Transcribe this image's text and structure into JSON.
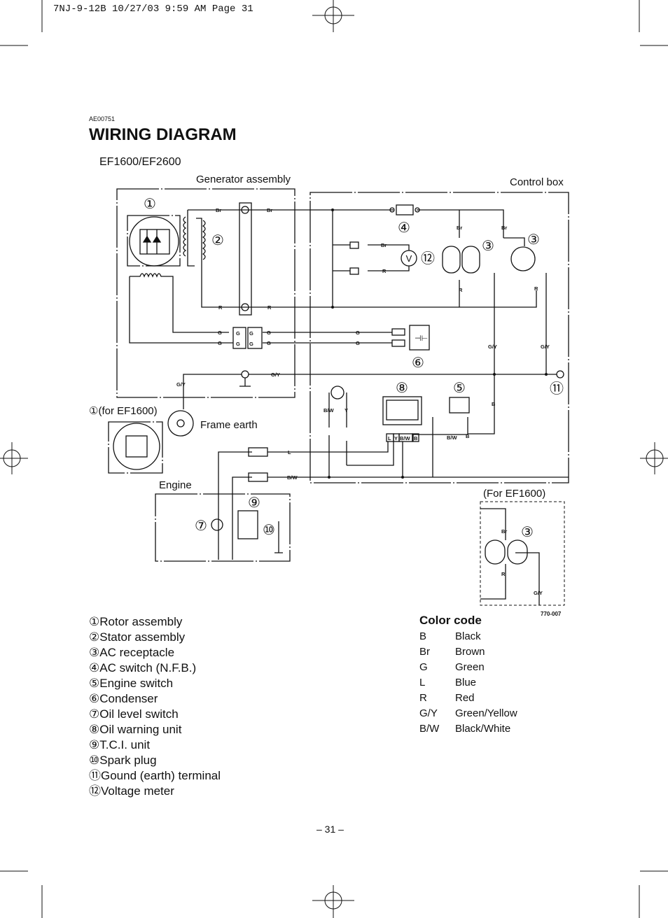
{
  "header": "7NJ-9-12B  10/27/03  9:59 AM  Page 31",
  "doc_code": "AE00751",
  "title": "WIRING DIAGRAM",
  "model": "EF1600/EF2600",
  "diagram": {
    "generator_assembly": "Generator assembly",
    "control_box": "Control box",
    "frame_earth": "Frame earth",
    "engine": "Engine",
    "for_ef1600_rotor": "①(for EF1600)",
    "for_ef1600": "(For EF1600)",
    "voltmeter": "V",
    "ref_number": "770-007",
    "markers": {
      "n1": "①",
      "n2": "②",
      "n3": "③",
      "n4": "④",
      "n5": "⑤",
      "n6": "⑥",
      "n7": "⑦",
      "n8": "⑧",
      "n9": "⑨",
      "n10": "⑩",
      "n11": "⑪",
      "n12": "⑫"
    },
    "wires": {
      "br": "Br",
      "r": "R",
      "g": "G",
      "gy": "G/Y",
      "bw": "B/W",
      "y": "Y",
      "b": "B",
      "l": "L"
    },
    "oil_unit_pins": [
      "L",
      "Y",
      "B/W",
      "B"
    ]
  },
  "legend": [
    {
      "num": "①",
      "label": "Rotor assembly"
    },
    {
      "num": "②",
      "label": "Stator assembly"
    },
    {
      "num": "③",
      "label": "AC receptacle"
    },
    {
      "num": "④",
      "label": "AC switch (N.F.B.)"
    },
    {
      "num": "⑤",
      "label": "Engine switch"
    },
    {
      "num": "⑥",
      "label": "Condenser"
    },
    {
      "num": "⑦",
      "label": "Oil level switch"
    },
    {
      "num": "⑧",
      "label": "Oil warning unit"
    },
    {
      "num": "⑨",
      "label": "T.C.I. unit"
    },
    {
      "num": "⑩",
      "label": "Spark plug"
    },
    {
      "num": "⑪",
      "label": "Gound (earth) terminal"
    },
    {
      "num": "⑫",
      "label": "Voltage meter"
    }
  ],
  "color_code": {
    "title": "Color code",
    "rows": [
      {
        "code": "B",
        "name": "Black"
      },
      {
        "code": "Br",
        "name": "Brown"
      },
      {
        "code": "G",
        "name": "Green"
      },
      {
        "code": "L",
        "name": "Blue"
      },
      {
        "code": "R",
        "name": "Red"
      },
      {
        "code": "G/Y",
        "name": "Green/Yellow"
      },
      {
        "code": "B/W",
        "name": "Black/White"
      }
    ]
  },
  "page_number": "– 31 –"
}
